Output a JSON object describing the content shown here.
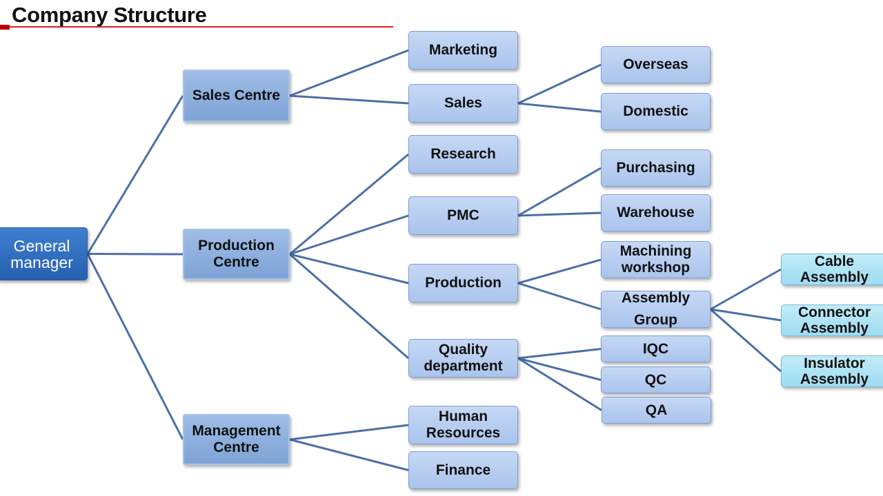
{
  "title": "Company Structure",
  "colors": {
    "line": "#4a6fa8",
    "accent": "#d42020",
    "root": "#2f6cbf"
  },
  "nodes": {
    "gm": "General manager",
    "sales_centre": "Sales Centre",
    "production_centre": "Production Centre",
    "management_centre": "Management Centre",
    "marketing": "Marketing",
    "sales": "Sales",
    "research": "Research",
    "pmc": "PMC",
    "production": "Production",
    "quality": "Quality department",
    "hr": "Human Resources",
    "finance": "Finance",
    "overseas": "Overseas",
    "domestic": "Domestic",
    "purchasing": "Purchasing",
    "warehouse": "Warehouse",
    "machining": "Machining workshop",
    "assembly": "Assembly Group",
    "iqc": "IQC",
    "qc": "QC",
    "qa": "QA",
    "cable": "Cable Assembly",
    "connector": "Connector Assembly",
    "insulator": "Insulator Assembly"
  },
  "edges": [
    [
      "gm",
      "sales_centre"
    ],
    [
      "gm",
      "production_centre"
    ],
    [
      "gm",
      "management_centre"
    ],
    [
      "sales_centre",
      "marketing"
    ],
    [
      "sales_centre",
      "sales"
    ],
    [
      "production_centre",
      "research"
    ],
    [
      "production_centre",
      "pmc"
    ],
    [
      "production_centre",
      "production"
    ],
    [
      "production_centre",
      "quality"
    ],
    [
      "management_centre",
      "hr"
    ],
    [
      "management_centre",
      "finance"
    ],
    [
      "sales",
      "overseas"
    ],
    [
      "sales",
      "domestic"
    ],
    [
      "pmc",
      "purchasing"
    ],
    [
      "pmc",
      "warehouse"
    ],
    [
      "production",
      "machining"
    ],
    [
      "production",
      "assembly"
    ],
    [
      "quality",
      "iqc"
    ],
    [
      "quality",
      "qc"
    ],
    [
      "quality",
      "qa"
    ],
    [
      "assembly",
      "cable"
    ],
    [
      "assembly",
      "connector"
    ],
    [
      "assembly",
      "insulator"
    ]
  ]
}
